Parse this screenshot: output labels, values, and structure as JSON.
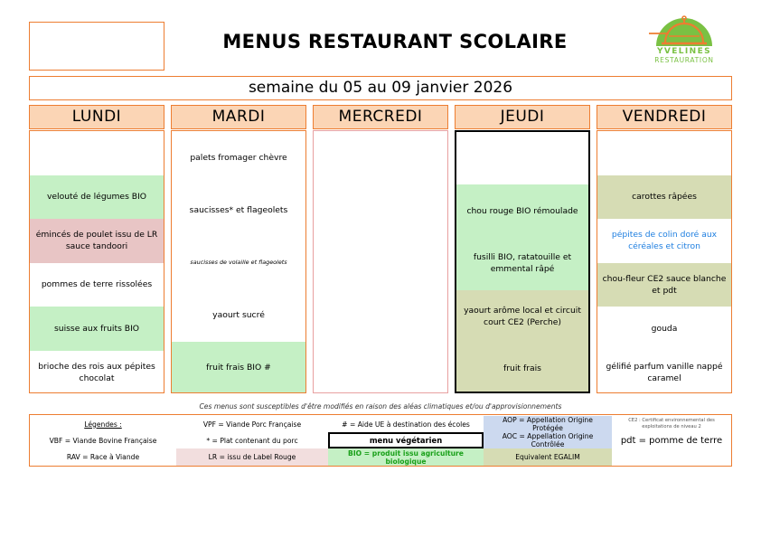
{
  "header": {
    "title": "MENUS RESTAURANT SCOLAIRE",
    "logo": {
      "line1": "YVELINES",
      "line2": "RESTAURATION"
    },
    "empty_box_label": ""
  },
  "week": {
    "label": "semaine du 05 au 09 janvier 2026"
  },
  "days": [
    {
      "name": "LUNDI",
      "accent": "orange",
      "slots": [
        {
          "text": "",
          "style": "plain"
        },
        {
          "text": "velouté de légumes BIO",
          "style": "bio"
        },
        {
          "text": "émincés de poulet issu de LR sauce tandoori",
          "style": "lr"
        },
        {
          "text": "pommes de terre rissolées",
          "style": "plain"
        },
        {
          "text": "suisse aux fruits BIO",
          "style": "bio"
        },
        {
          "text": "brioche des rois aux pépites chocolat",
          "style": "plain"
        }
      ]
    },
    {
      "name": "MARDI",
      "accent": "orange",
      "slots": [
        {
          "text": "palets fromager chèvre",
          "style": "plain"
        },
        {
          "text": "saucisses* et flageolets",
          "style": "plain"
        },
        {
          "text": "saucisses de volaille et flageolets",
          "style": "tiny"
        },
        {
          "text": "yaourt sucré",
          "style": "plain"
        },
        {
          "text": "fruit frais BIO #",
          "style": "bio"
        }
      ]
    },
    {
      "name": "MERCREDI",
      "accent": "pink",
      "slots": []
    },
    {
      "name": "JEUDI",
      "accent": "black",
      "slots": [
        {
          "text": "",
          "style": "plain"
        },
        {
          "text": "chou rouge BIO rémoulade",
          "style": "bio"
        },
        {
          "text": "fusilli BIO, ratatouille et emmental râpé",
          "style": "bio"
        },
        {
          "text": "yaourt arôme local et circuit court CE2 (Perche)",
          "style": "ce2"
        },
        {
          "text": "fruit frais",
          "style": "ce2"
        }
      ]
    },
    {
      "name": "VENDREDI",
      "accent": "orange",
      "slots": [
        {
          "text": "",
          "style": "plain"
        },
        {
          "text": "carottes râpées",
          "style": "ce2"
        },
        {
          "text": "pépites de colin doré aux céréales et citron",
          "style": "blue"
        },
        {
          "text": "chou-fleur CE2 sauce blanche et pdt",
          "style": "ce2"
        },
        {
          "text": "gouda",
          "style": "plain"
        },
        {
          "text": "gélifié parfum vanille nappé caramel",
          "style": "plain"
        }
      ]
    }
  ],
  "footnote": {
    "text": "Ces menus sont susceptibles d'être modifiés en raison des aléas climatiques et/ou d'approvisionnements"
  },
  "legend": {
    "col0": [
      "Légendes :",
      "VBF = Viande Bovine Française",
      "RAV = Race à Viande"
    ],
    "col1": [
      "VPF = Viande Porc Française",
      "* = Plat contenant du porc",
      "LR = issu de Label Rouge"
    ],
    "col2": [
      "# = Aide UE à destination des écoles",
      "menu végétarien",
      "BIO = produit issu agriculture biologique"
    ],
    "col3": [
      "AOP = Appellation Origine Protégée",
      "AOC = Appellation Origine Contrôlée",
      "Equivalent EGALIM"
    ],
    "col4": [
      "CE2 : Certificat environnemental des exploitations de niveau 2",
      "pdt = pomme de terre",
      ""
    ]
  },
  "colors": {
    "accent_orange": "#ed7d31",
    "header_fill": "#fbd5b5",
    "bio_green": "#c5f0c5",
    "label_rouge_pink": "#e8c5c5",
    "ce2_olive": "#d6dcb4",
    "blue_text": "#1f7fe0"
  }
}
